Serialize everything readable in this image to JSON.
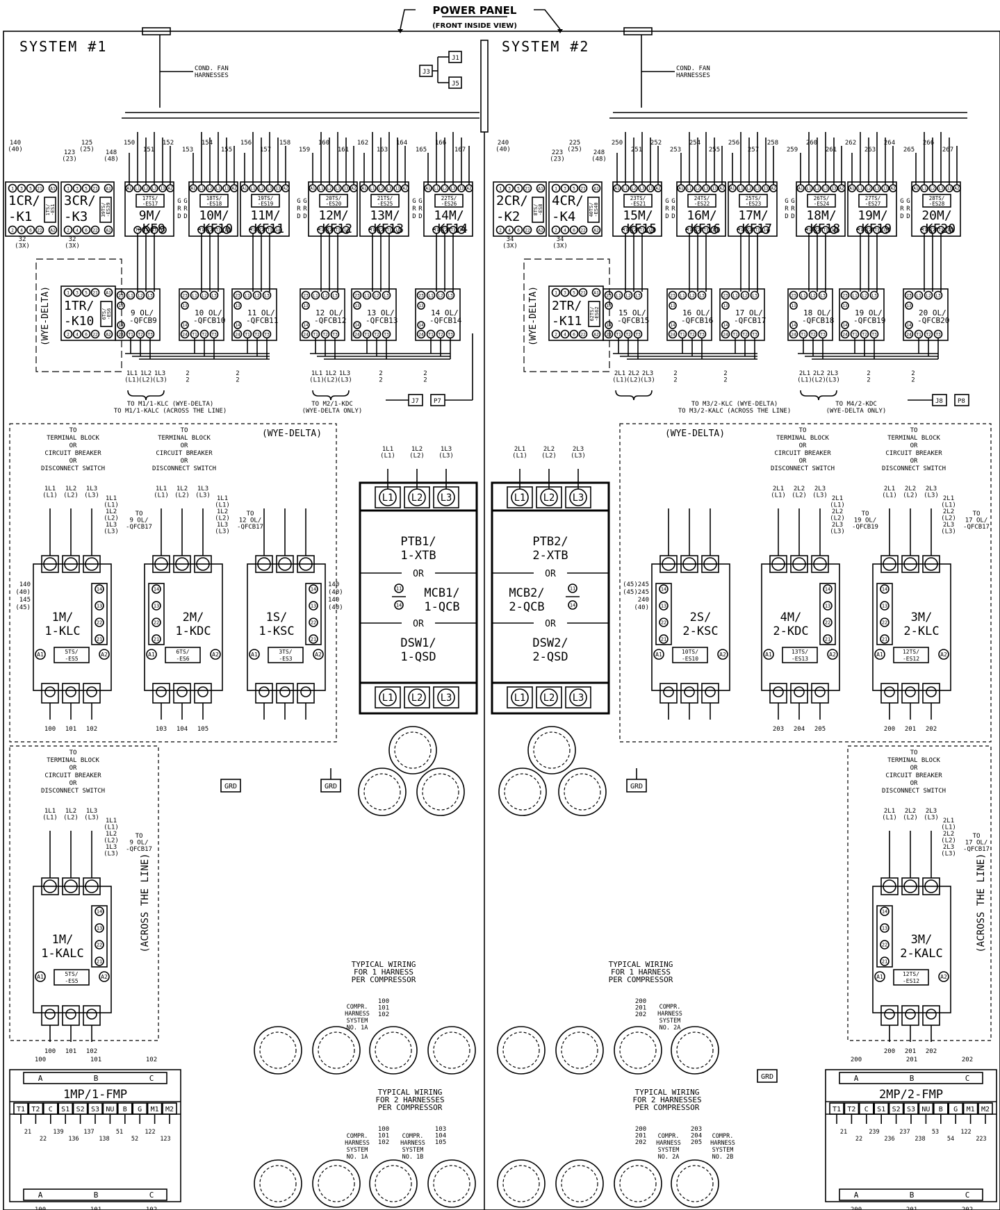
{
  "header": {
    "title": "POWER PANEL",
    "subtitle": "(FRONT INSIDE VIEW)",
    "system1": "SYSTEM #1",
    "system2": "SYSTEM #2"
  },
  "harness": {
    "cond_fan": "COND. FAN",
    "harnesses": "HARNESSES"
  },
  "connectors": [
    "J1",
    "J3",
    "J5",
    "J7",
    "P7",
    "J8",
    "P8"
  ],
  "system1": {
    "relays": [
      {
        "l1": "1CR/",
        "l2": "-K1",
        "ts1": "1TS/",
        "ts2": "-ES1"
      },
      {
        "l1": "3CR/",
        "l2": "-K3",
        "ts1": "39TS/",
        "ts2": "-ES39"
      }
    ],
    "contactors": [
      {
        "l1": "9M/",
        "l2": "-KF9",
        "ts1": "17TS/",
        "ts2": "-ES17"
      },
      {
        "l1": "10M/",
        "l2": "-KF10",
        "ts1": "18TS/",
        "ts2": "-ES18"
      },
      {
        "l1": "11M/",
        "l2": "-KF11",
        "ts1": "19TS/",
        "ts2": "-ES19"
      },
      {
        "l1": "12M/",
        "l2": "-KF12",
        "ts1": "20TS/",
        "ts2": "-ES20"
      },
      {
        "l1": "13M/",
        "l2": "-KF13",
        "ts1": "21TS/",
        "ts2": "-ES25"
      },
      {
        "l1": "14M/",
        "l2": "-KF14",
        "ts1": "22TS/",
        "ts2": "-ES26"
      }
    ],
    "overloads": [
      {
        "l1": "9 OL/",
        "l2": "-QFCB9"
      },
      {
        "l1": "10 OL/",
        "l2": "-QFCB10"
      },
      {
        "l1": "11 OL/",
        "l2": "-QFCB11"
      },
      {
        "l1": "12 OL/",
        "l2": "-QFCB12"
      },
      {
        "l1": "13 OL/",
        "l2": "-QFCB13"
      },
      {
        "l1": "14 OL/",
        "l2": "-QFCB14"
      }
    ],
    "timer": {
      "l1": "1TR/",
      "l2": "-K10",
      "ts1": "6TS/",
      "ts2": "-ES6"
    },
    "to_motor_1": "TO M1/1-KLC (WYE-DELTA)",
    "to_motor_2": "TO M1/1-KALC (ACROSS THE LINE)",
    "to_motor_3": "TO M2/1-KDC",
    "to_motor_4": "(WYE-DELTA ONLY)",
    "starters": [
      {
        "l1": "1M/",
        "l2": "1-KLC",
        "ts1": "5TS/",
        "ts2": "-ES5"
      },
      {
        "l1": "2M/",
        "l2": "1-KDC",
        "ts1": "6TS/",
        "ts2": "-ES6"
      },
      {
        "l1": "1S/",
        "l2": "1-KSC",
        "ts1": "3TS/",
        "ts2": "-ES3"
      }
    ],
    "atl_starter": {
      "l1": "1M/",
      "l2": "1-KALC",
      "ts1": "5TS/",
      "ts2": "-ES5"
    },
    "terminal_block": {
      "l1": "PTB1/",
      "l2": "1-XTB",
      "or": "OR",
      "cb1": "MCB1/",
      "cb2": "1-QCB",
      "ds1": "DSW1/",
      "ds2": "1-QSD"
    },
    "motor_protector": {
      "title": "1MP/1-FMP"
    },
    "harness_no_a": "NO. 1A",
    "harness_no_b": "NO. 1B"
  },
  "system2": {
    "relays": [
      {
        "l1": "2CR/",
        "l2": "-K2",
        "ts1": "8TS/",
        "ts2": "-ES8"
      },
      {
        "l1": "4CR/",
        "l2": "-K4",
        "ts1": "40TS/",
        "ts2": "-ES40"
      }
    ],
    "contactors": [
      {
        "l1": "15M/",
        "l2": "-KF15",
        "ts1": "23TS/",
        "ts2": "-ES21"
      },
      {
        "l1": "16M/",
        "l2": "-KF16",
        "ts1": "24TS/",
        "ts2": "-ES22"
      },
      {
        "l1": "17M/",
        "l2": "-KF17",
        "ts1": "25TS/",
        "ts2": "-ES23"
      },
      {
        "l1": "18M/",
        "l2": "-KF18",
        "ts1": "26TS/",
        "ts2": "-ES24"
      },
      {
        "l1": "19M/",
        "l2": "-KF19",
        "ts1": "27TS/",
        "ts2": "-ES27"
      },
      {
        "l1": "20M/",
        "l2": "-KF20",
        "ts1": "28TS/",
        "ts2": "-ES28"
      }
    ],
    "overloads": [
      {
        "l1": "15 OL/",
        "l2": "-QFCB15"
      },
      {
        "l1": "16 OL/",
        "l2": "-QFCB16"
      },
      {
        "l1": "17 OL/",
        "l2": "-QFCB17"
      },
      {
        "l1": "18 OL/",
        "l2": "-QFCB18"
      },
      {
        "l1": "19 OL/",
        "l2": "-QFCB19"
      },
      {
        "l1": "20 OL/",
        "l2": "-QFCB20"
      }
    ],
    "timer": {
      "l1": "2TR/",
      "l2": "-K11",
      "ts1": "62TS/",
      "ts2": "-ES62"
    },
    "to_motor_1": "TO M3/2-KLC (WYE-DELTA)",
    "to_motor_2": "TO M3/2-KALC (ACROSS THE LINE)",
    "to_motor_3": "TO M4/2-KDC",
    "to_motor_4": "(WYE-DELTA ONLY)",
    "starters": [
      {
        "l1": "2S/",
        "l2": "2-KSC",
        "ts1": "10TS/",
        "ts2": "-ES10"
      },
      {
        "l1": "4M/",
        "l2": "2-KDC",
        "ts1": "13TS/",
        "ts2": "-ES13"
      },
      {
        "l1": "3M/",
        "l2": "2-KLC",
        "ts1": "12TS/",
        "ts2": "-ES12"
      }
    ],
    "atl_starter": {
      "l1": "3M/",
      "l2": "2-KALC",
      "ts1": "12TS/",
      "ts2": "-ES12"
    },
    "terminal_block": {
      "l1": "PTB2/",
      "l2": "2-XTB",
      "or": "OR",
      "cb1": "MCB2/",
      "cb2": "2-QCB",
      "ds1": "DSW2/",
      "ds2": "2-QSD"
    },
    "motor_protector": {
      "title": "2MP/2-FMP"
    },
    "harness_no_a": "NO. 2A",
    "harness_no_b": "NO. 2B"
  },
  "labels": {
    "wye_delta": "(WYE-DELTA)",
    "across_line": "(ACROSS THE LINE)",
    "to": "TO",
    "terminal_block": "TERMINAL BLOCK",
    "or": "OR",
    "circuit_breaker": "CIRCUIT BREAKER",
    "disconnect_switch": "DISCONNECT SWITCH",
    "grd": "GRD",
    "typical_1": "TYPICAL WIRING",
    "typical_2_one": "FOR 1 HARNESS",
    "typical_2_two": "FOR 2 HARNESSES",
    "typical_3": "PER COMPRESSOR",
    "compr": "COMPR.",
    "harness": "HARNESS",
    "system": "SYSTEM"
  }
}
